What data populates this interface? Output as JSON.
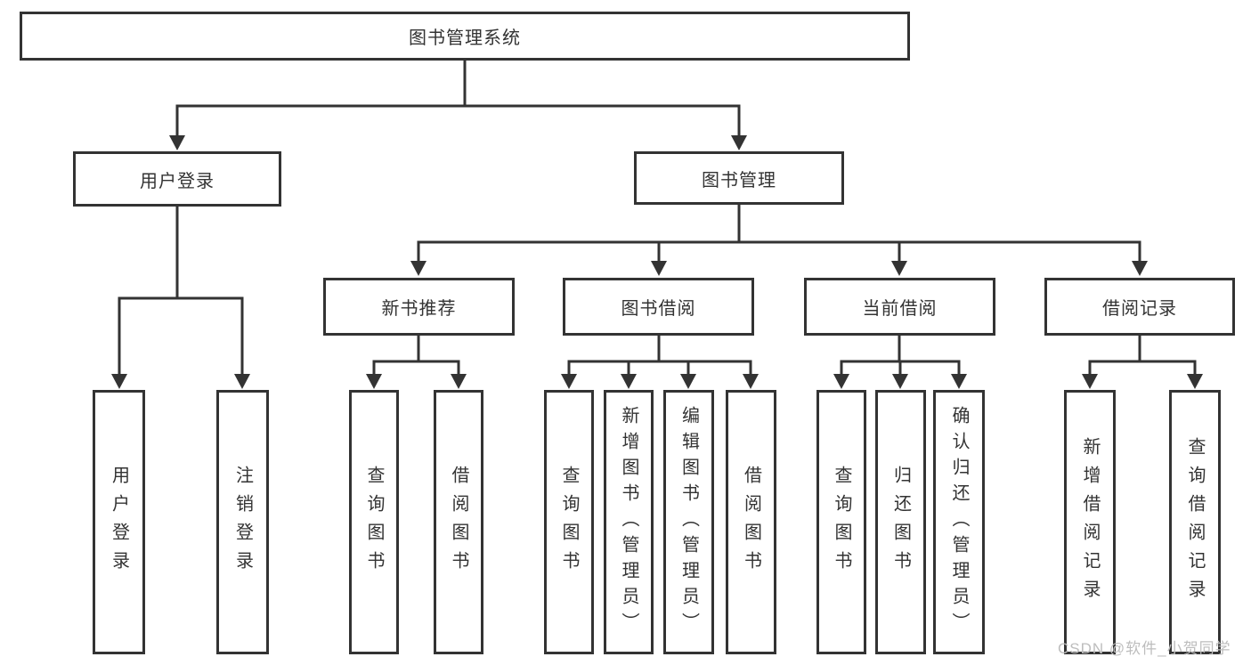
{
  "diagram": {
    "root": {
      "label": "图书管理系统"
    },
    "level2": {
      "user_login": {
        "label": "用户登录"
      },
      "book_management": {
        "label": "图书管理"
      }
    },
    "level3": {
      "new_book_recommend": {
        "label": "新书推荐",
        "parent": "图书管理"
      },
      "book_borrow": {
        "label": "图书借阅",
        "parent": "图书管理"
      },
      "current_borrow": {
        "label": "当前借阅",
        "parent": "图书管理"
      },
      "borrow_records": {
        "label": "借阅记录",
        "parent": "图书管理"
      }
    },
    "leaves": {
      "user_login": {
        "label": "用户登录",
        "parent": "用户登录"
      },
      "logout": {
        "label": "注销登录",
        "parent": "用户登录"
      },
      "nb_query_books": {
        "label": "查询图书",
        "parent": "新书推荐"
      },
      "nb_borrow_books": {
        "label": "借阅图书",
        "parent": "新书推荐"
      },
      "bb_query_books": {
        "label": "查询图书",
        "parent": "图书借阅"
      },
      "bb_add_books": {
        "label": "新增图书（管理员）",
        "parent": "图书借阅"
      },
      "bb_edit_books": {
        "label": "编辑图书（管理员）",
        "parent": "图书借阅"
      },
      "bb_borrow_books": {
        "label": "借阅图书",
        "parent": "图书借阅"
      },
      "cb_query_books": {
        "label": "查询图书",
        "parent": "当前借阅"
      },
      "cb_return_books": {
        "label": "归还图书",
        "parent": "当前借阅"
      },
      "cb_confirm_return": {
        "label": "确认归还（管理员）",
        "parent": "当前借阅"
      },
      "br_add_record": {
        "label": "新增借阅记录",
        "parent": "借阅记录"
      },
      "br_query_record": {
        "label": "查询借阅记录",
        "parent": "借阅记录"
      }
    }
  },
  "watermark": {
    "text": "CSDN @软件_小贺同学"
  },
  "colors": {
    "line": "#333333",
    "text": "#333333",
    "background": "#ffffff",
    "watermark": "#bdbdbd"
  }
}
